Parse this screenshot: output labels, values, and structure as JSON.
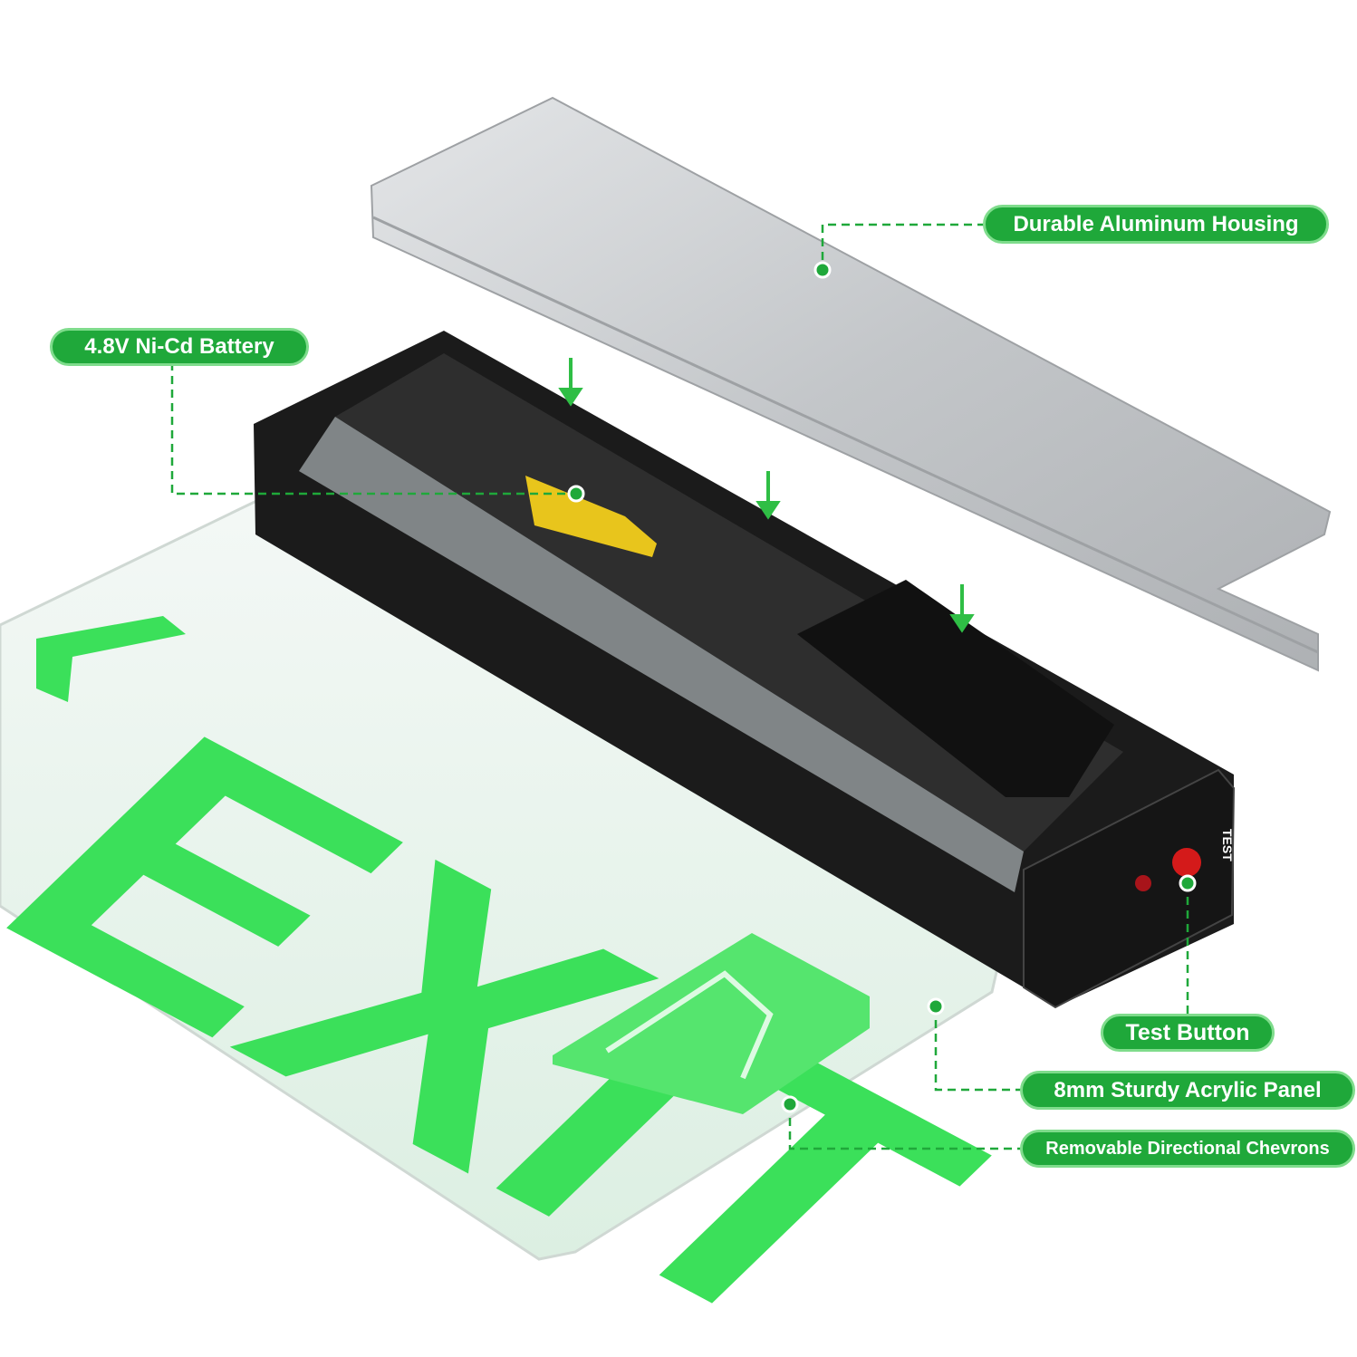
{
  "colors": {
    "callout_green": "#1fa83a",
    "exit_green": "#3be05a",
    "housing_silver": "#c9cbcd",
    "body_black": "#1b1b1b",
    "test_red": "#d41a1a"
  },
  "callouts": {
    "housing": "Durable Aluminum Housing",
    "battery": "4.8V Ni-Cd Battery",
    "test_button": "Test Button",
    "panel": "8mm Sturdy Acrylic Panel",
    "chevrons": "Removable Directional Chevrons"
  },
  "device": {
    "test_label": "TEST",
    "sign_text": "EXIT"
  }
}
